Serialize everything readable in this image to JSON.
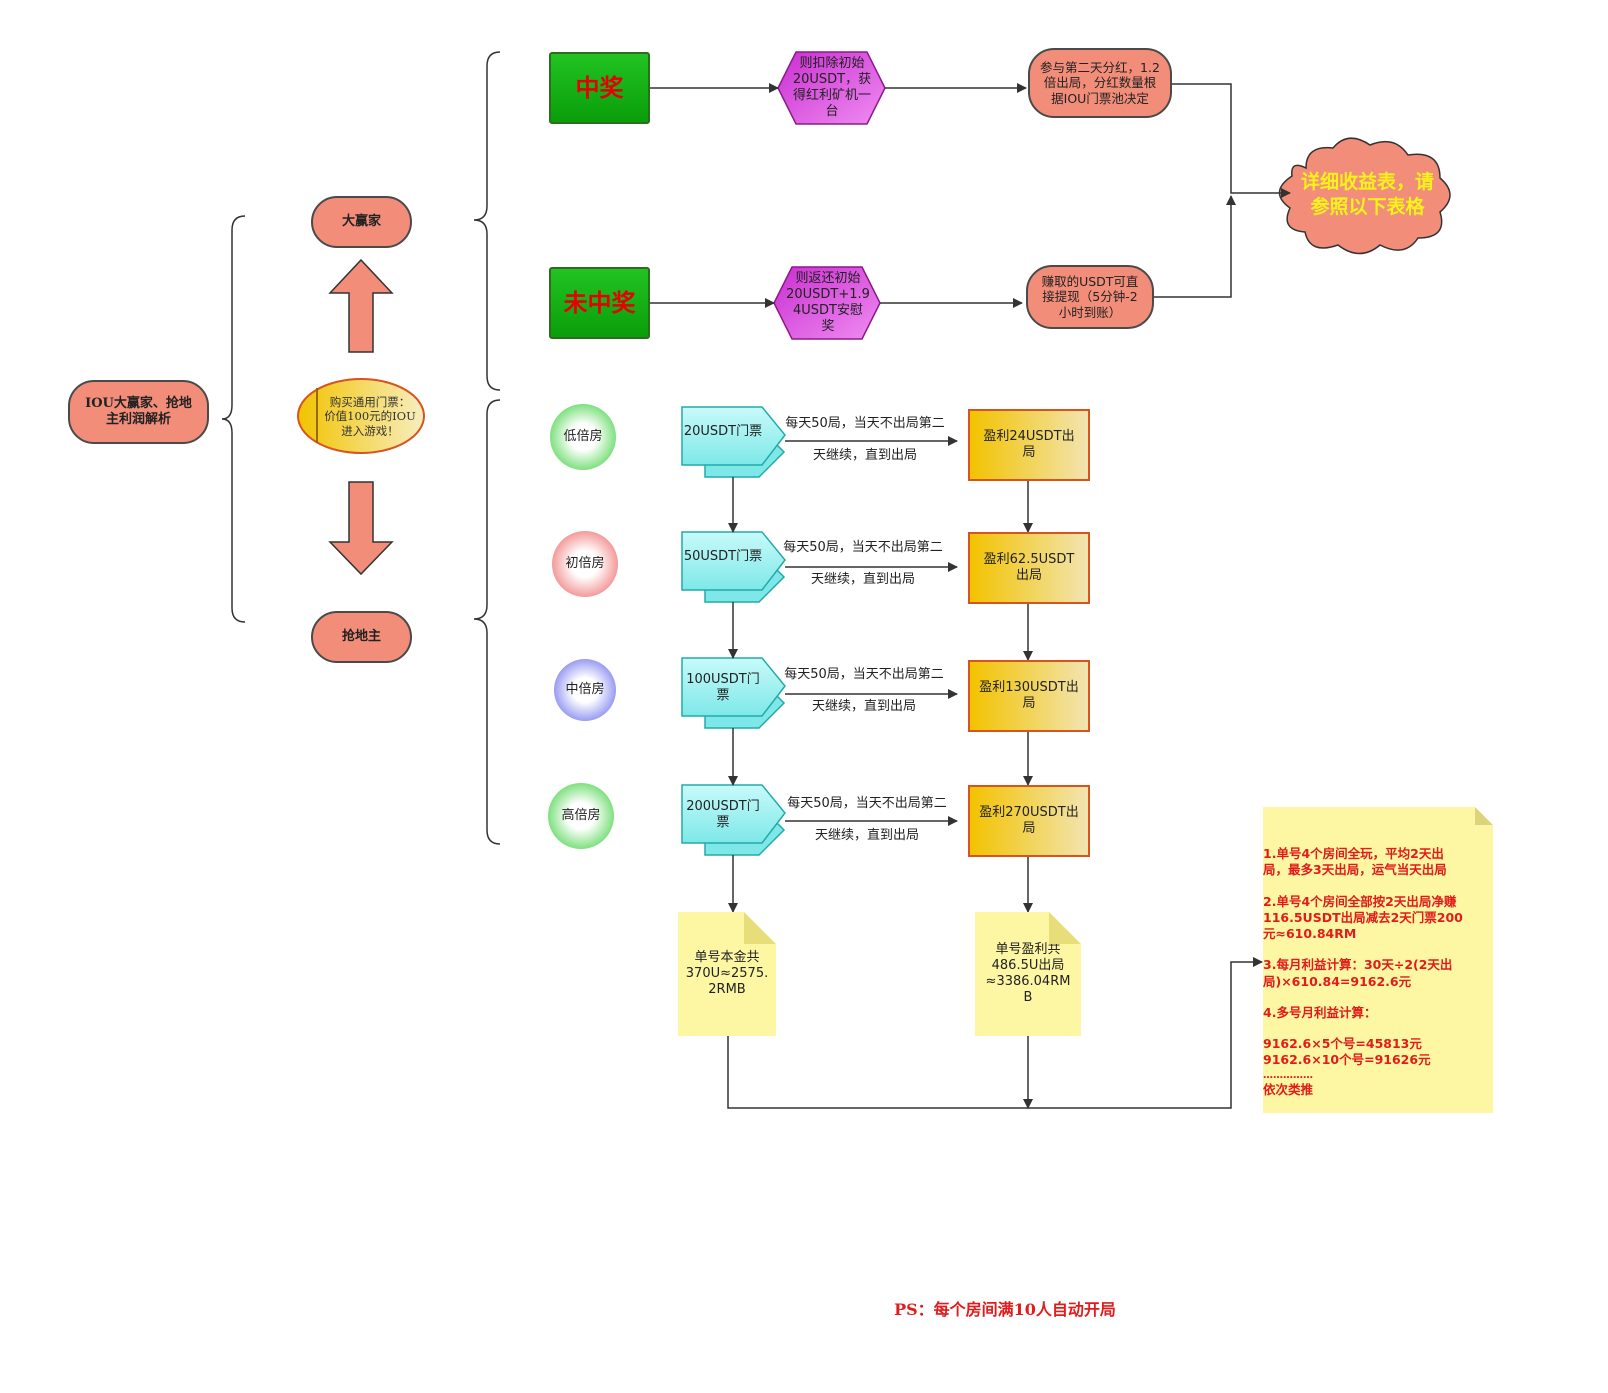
{
  "root": {
    "title_line1": "IOU大赢家、抢地",
    "title_line2": "主利润解析"
  },
  "left": {
    "winner_label": "大赢家",
    "landlord_label": "抢地主",
    "ticket_line1": "购买通用门票：",
    "ticket_line2": "价值100元的IOU",
    "ticket_line3": "进入游戏！"
  },
  "winner_branch": {
    "win_label": "中奖",
    "lose_label": "未中奖",
    "win_hex_line1": "则扣除初始",
    "win_hex_line2": "20USDT，获",
    "win_hex_line3": "得红利矿机一",
    "win_hex_line4": "台",
    "lose_hex_line1": "则返还初始",
    "lose_hex_line2": "20USDT+1.9",
    "lose_hex_line3": "4USDT安慰",
    "lose_hex_line4": "奖",
    "win_result_line1": "参与第二天分红，1.2",
    "win_result_line2": "倍出局，分红数量根",
    "win_result_line3": "据IOU门票池决定",
    "lose_result_line1": "赚取的USDT可直",
    "lose_result_line2": "接提现（5分钟-2",
    "lose_result_line3": "小时到账）",
    "cloud_line1": "详细收益表，请",
    "cloud_line2": "参照以下表格"
  },
  "rooms": [
    {
      "room": "低倍房",
      "ticket_line1": "20USDT门票",
      "ticket_line2": "",
      "edge_line1": "每天50局，当天不出局第二",
      "edge_line2": "天继续，直到出局",
      "profit_line1": "盈利24USDT出",
      "profit_line2": "局",
      "circle_color": "#7fe07f"
    },
    {
      "room": "初倍房",
      "ticket_line1": "50USDT门票",
      "ticket_line2": "",
      "edge_line1": "每天50局，当天不出局第二",
      "edge_line2": "天继续，直到出局",
      "profit_line1": "盈利62.5USDT",
      "profit_line2": "出局",
      "circle_color": "#f49a9a"
    },
    {
      "room": "中倍房",
      "ticket_line1": "100USDT门",
      "ticket_line2": "票",
      "edge_line1": "每天50局，当天不出局第二",
      "edge_line2": "天继续，直到出局",
      "profit_line1": "盈利130USDT出",
      "profit_line2": "局",
      "circle_color": "#9a9cf2"
    },
    {
      "room": "高倍房",
      "ticket_line1": "200USDT门",
      "ticket_line2": "票",
      "edge_line1": "每天50局，当天不出局第二",
      "edge_line2": "天继续，直到出局",
      "profit_line1": "盈利270USDT出",
      "profit_line2": "局",
      "circle_color": "#7fe07f"
    }
  ],
  "summary": {
    "principal_line1": "单号本金共",
    "principal_line2": "370U≈2575.",
    "principal_line3": "2RMB",
    "profit_line1": "单号盈利共",
    "profit_line2": "486.5U出局",
    "profit_line3": "≈3386.04RM",
    "profit_line4": "B"
  },
  "calc_note": {
    "l1": "1.单号4个房间全玩，平均2天出",
    "l2": "局，最多3天出局，运气当天出局",
    "l3": "2.单号4个房间全部按2天出局净赚",
    "l4": "116.5USDT出局减去2天门票200",
    "l5": "元≈610.84RM",
    "l6": "3.每月利益计算：30天÷2(2天出",
    "l7": "局)×610.84=9162.6元",
    "l8": "4.多号月利益计算：",
    "l9": "9162.6×5个号=45813元",
    "l10": "9162.6×10个号=91626元",
    "l11": "……………",
    "l12": "依次类推"
  },
  "footnote": "PS：每个房间满10人自动开局",
  "colors": {
    "pill": "#f28d7a",
    "hex": "#dd4fe0",
    "ticket": "#aef2f2",
    "profit_from": "#f2c300",
    "note": "#fdf7a4",
    "red": "#e21b1b"
  }
}
